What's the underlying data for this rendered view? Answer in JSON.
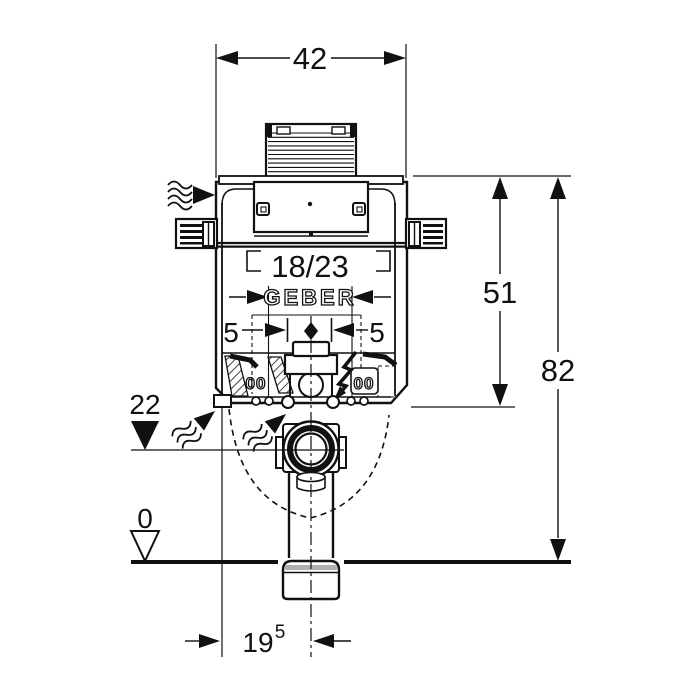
{
  "diagram": {
    "product": "concealed-cistern-frame-drawing",
    "dims": {
      "top_width": "42",
      "upper_height": "51",
      "total_height": "82",
      "panel_depth_range": "18/23",
      "side_clearance_left": "5",
      "side_clearance_right": "5",
      "outlet_center_height": "22",
      "floor_level": "0",
      "outlet_offset": "19",
      "outlet_offset_exp": "5"
    },
    "labels": {
      "brand_partial": "GEBER",
      "mark_left": "00",
      "mark_right": "00"
    },
    "colors": {
      "ink": "#111111",
      "paper": "#ffffff",
      "socket_gray": "#b0b0b0"
    }
  }
}
